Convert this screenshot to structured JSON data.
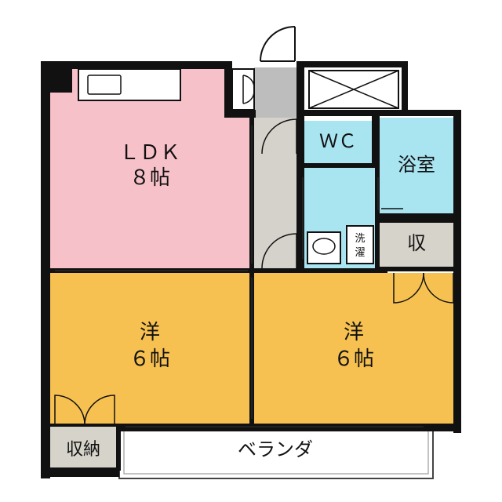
{
  "rooms": {
    "ldk": {
      "name": "ＬＤＫ",
      "size": "８帖",
      "color": "#f6c1c8"
    },
    "western_left": {
      "name": "洋",
      "size": "６帖",
      "color": "#f7c151"
    },
    "western_right": {
      "name": "洋",
      "size": "６帖",
      "color": "#f7c151"
    },
    "wc": {
      "name": "ＷＣ",
      "color": "#a9e4f1"
    },
    "bath": {
      "name": "浴室",
      "color": "#a9e4f1"
    },
    "washer": {
      "name": "洗\n濯",
      "line1": "洗",
      "line2": "濯",
      "color": "#a9e4f1"
    },
    "storage": {
      "name": "収",
      "color": "#d6d3ca"
    },
    "closet": {
      "name": "収納",
      "color": "#d6d3ca"
    },
    "balcony": {
      "name": "ベランダ"
    },
    "hallway": {
      "color": "#d4d2cb"
    },
    "entrance": {
      "color": "#bdbdbd"
    }
  },
  "colors": {
    "wall": "#111111",
    "floor_line": "#333333"
  }
}
